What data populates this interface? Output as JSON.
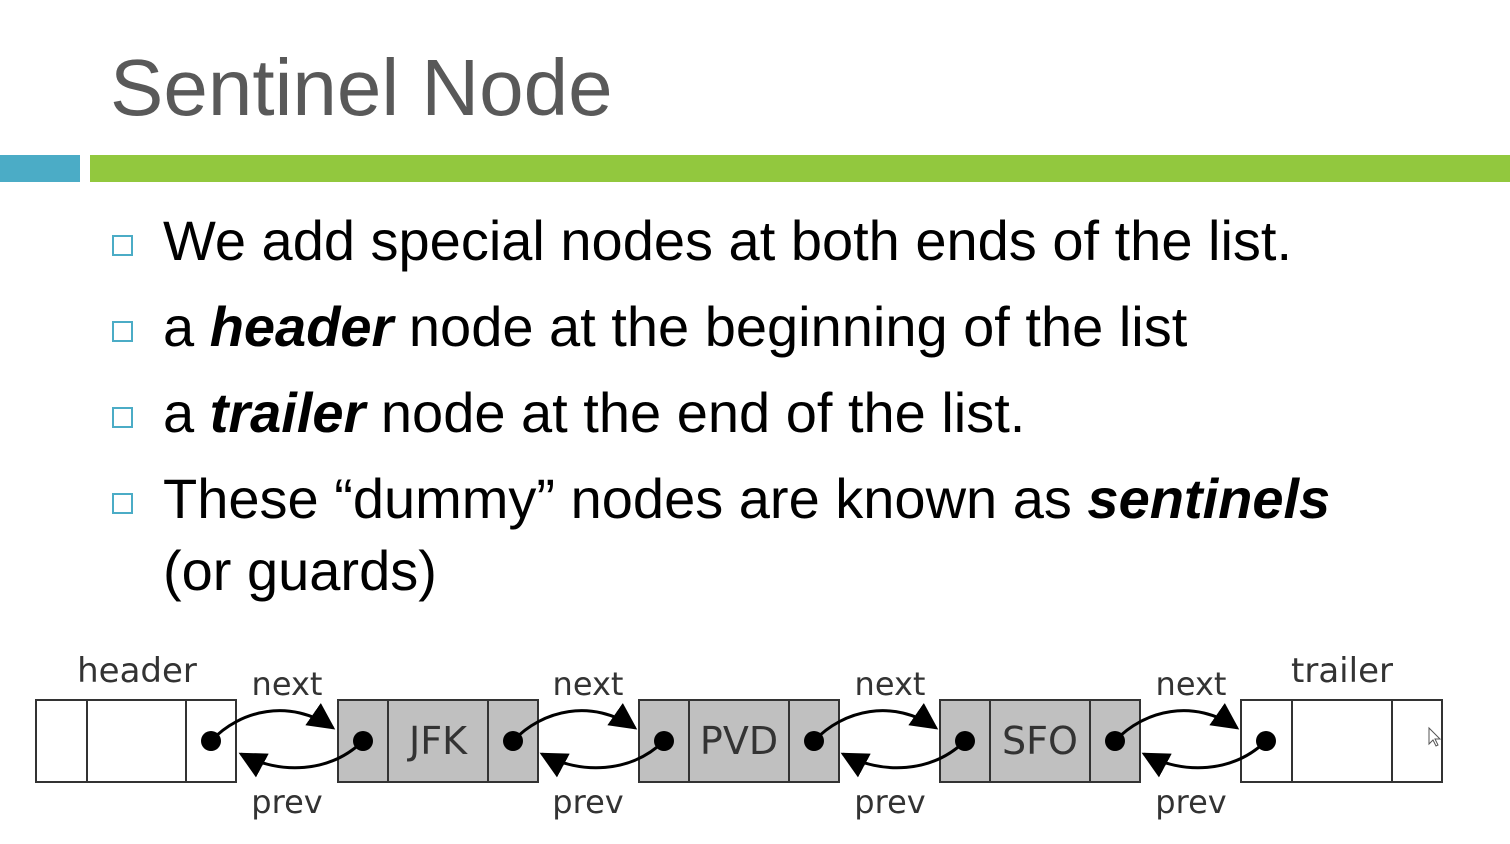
{
  "title": "Sentinel Node",
  "accent_colors": {
    "title": "#595959",
    "bar_left": "#4bacc6",
    "bar_right": "#92c83e",
    "bullet_box": "#4bacc6",
    "node_fill": "#c0c0c0"
  },
  "bullets": [
    {
      "text": "We add special nodes at both ends of the list."
    },
    {
      "before": "a ",
      "emphasis": "header",
      "after": " node at the beginning of the list"
    },
    {
      "before": "a ",
      "emphasis": "trailer",
      "after": " node at the end of the list."
    },
    {
      "before": "These “dummy” nodes are known as ",
      "emphasis": "sentinels",
      "line2": "(or guards)"
    }
  ],
  "diagram": {
    "header_label": "header",
    "trailer_label": "trailer",
    "next_label": "next",
    "prev_label": "prev",
    "nodes": [
      "JFK",
      "PVD",
      "SFO"
    ]
  }
}
